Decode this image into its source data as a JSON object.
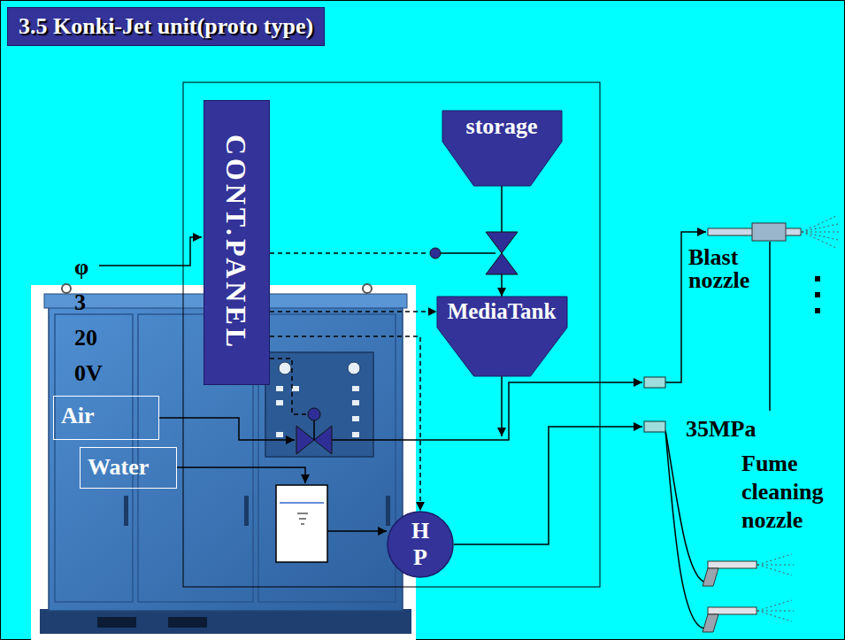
{
  "diagram": {
    "title": "3.5 Konki-Jet unit(proto type)",
    "nodes": [
      {
        "text": [
          "CONT.PANEL"
        ]
      },
      {
        "text": [
          "storage"
        ]
      },
      {
        "text": [
          "MediaTank"
        ]
      },
      {
        "text": [
          "H P"
        ]
      },
      {
        "text": [
          "Air"
        ]
      },
      {
        "text": [
          "Water"
        ]
      }
    ],
    "edges": [
      {
        "from": 0,
        "to": 2,
        "arrow": "to"
      },
      {
        "from": 0,
        "to": 3,
        "arrow": "to"
      },
      {
        "from": 1,
        "to": 2,
        "arrow": "to"
      }
    ],
    "labels": [
      "φ 3 20 0V",
      "Blast nozzle",
      "35MPa",
      "Fume cleaning nozzle"
    ]
  }
}
